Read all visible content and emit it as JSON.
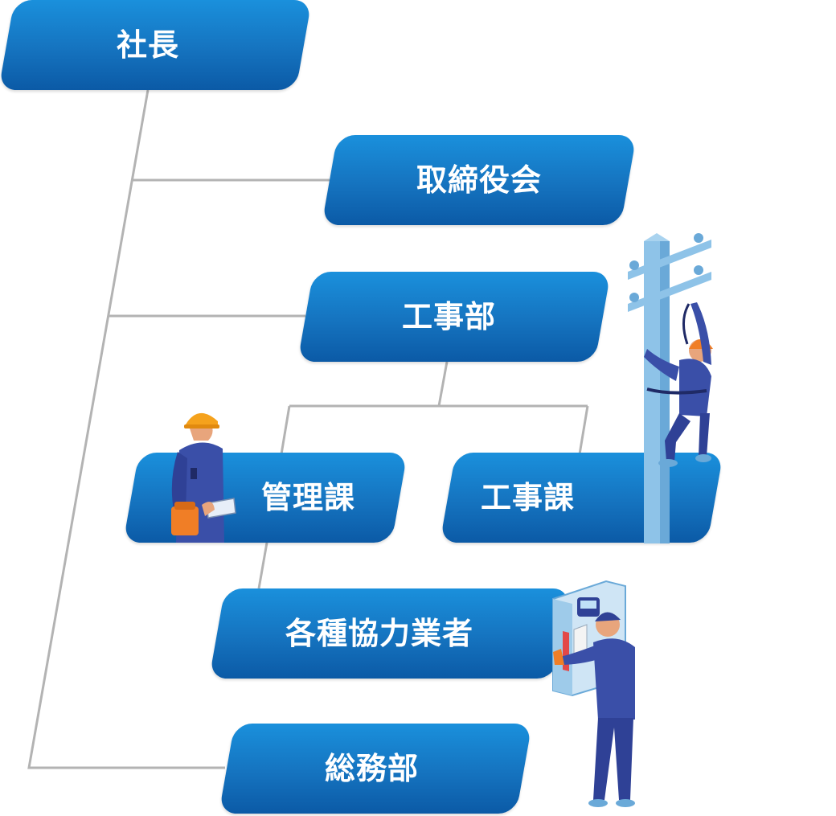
{
  "org_chart": {
    "nodes": [
      {
        "id": "president",
        "label": "社長"
      },
      {
        "id": "board",
        "label": "取締役会"
      },
      {
        "id": "construction_dept",
        "label": "工事部"
      },
      {
        "id": "management_section",
        "label": "管理課"
      },
      {
        "id": "construction_section",
        "label": "工事課"
      },
      {
        "id": "partner_contractors",
        "label": "各種協力業者"
      },
      {
        "id": "general_affairs",
        "label": "総務部"
      }
    ],
    "edges": [
      [
        "president",
        "board"
      ],
      [
        "president",
        "construction_dept"
      ],
      [
        "president",
        "general_affairs"
      ],
      [
        "construction_dept",
        "management_section"
      ],
      [
        "construction_dept",
        "construction_section"
      ],
      [
        "management_section",
        "partner_contractors"
      ]
    ]
  },
  "colors": {
    "box_top": "#1a90dc",
    "box_bottom": "#0b5aa6",
    "connector": "#b3b3b3",
    "label": "#ffffff"
  },
  "illustrations": {
    "left": "site-supervisor-with-tablet",
    "right_top": "lineman-on-utility-pole",
    "right_bottom": "electrician-at-panel"
  }
}
